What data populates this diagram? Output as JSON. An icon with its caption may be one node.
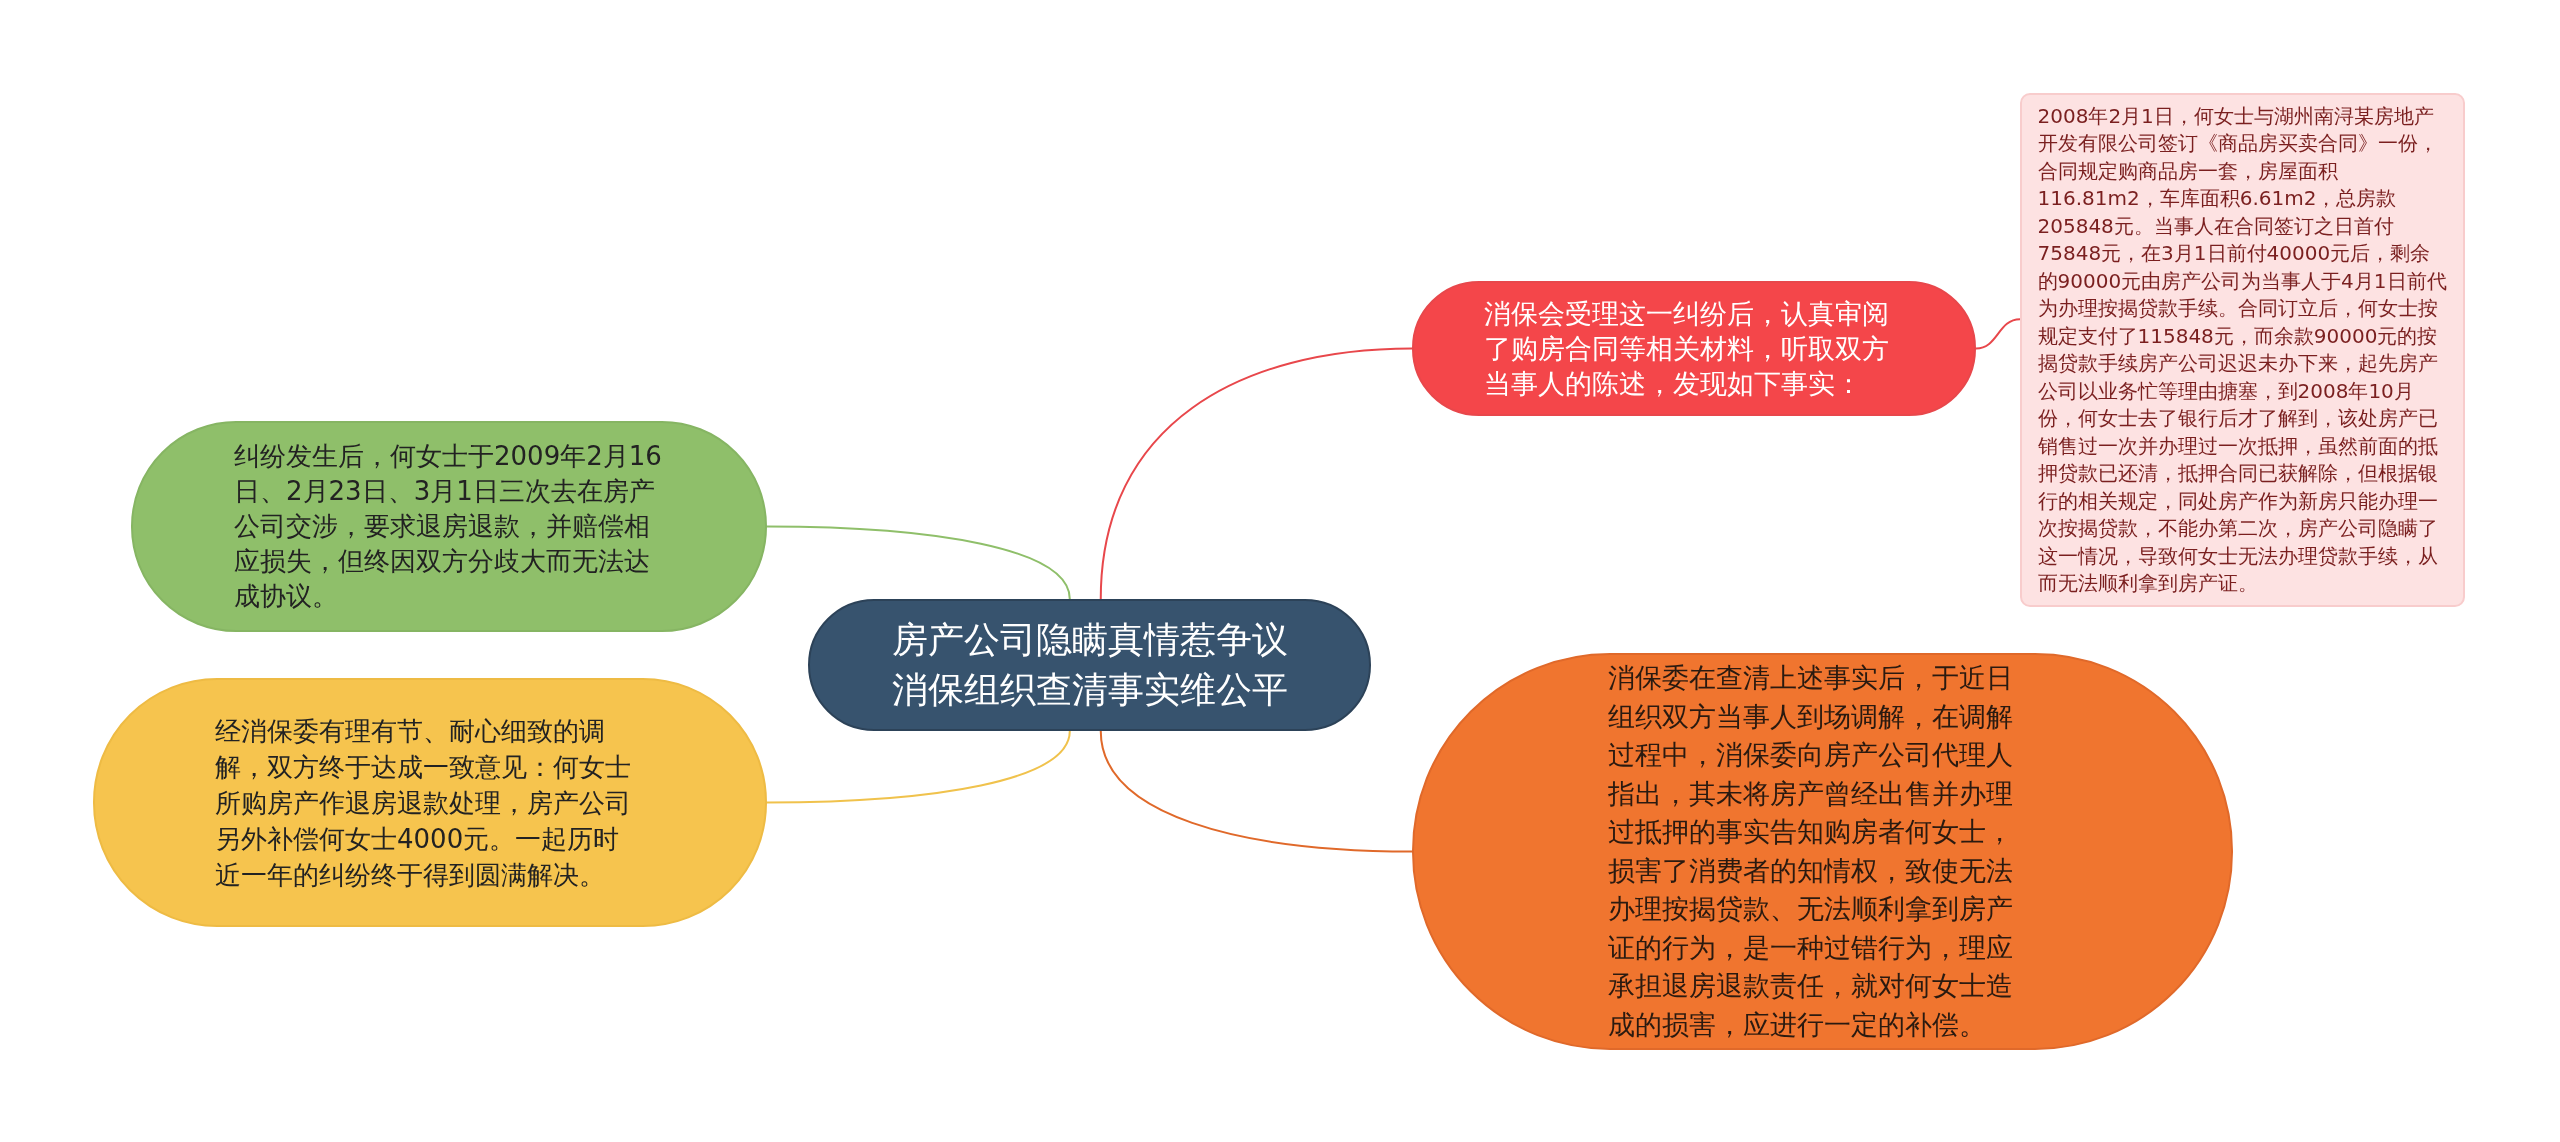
{
  "diagram": {
    "nodes": [
      {
        "text": [
          "房产公司隐瞒真情惹争议消保组织查清事实维公平"
        ]
      },
      {
        "text": [
          "消保会受理这一纠纷后，认真审阅了购房合同等相关材料，听取双方当事人的陈述，发现如下事实："
        ]
      },
      {
        "text": [
          "2008年2月1日，何女士与湖州南浔某房地产开发有限公司签订《商品房买卖合同》一份，合同规定购商品房一套，房屋面积116.81m2，车库面积6.61m2，总房款205848元。当事人在合同签订之日首付75848元，在3月1日前付40000元后，剩余的90000元由房产公司为当事人于4月1日前代为办理按揭贷款手续。合同订立后，何女士按规定支付了115848元，而余款90000元的按揭贷款手续房产公司迟迟未办下来，起先房产公司以业务忙等理由搪塞，到2008年10月份，何女士去了银行后才了解到，该处房产已销售过一次并办理过一次抵押，虽然前面的抵押贷款已还清，抵押合同已获解除，但根据银行的相关规定，同处房产作为新房只能办理一次按揭贷款，不能办第二次，房产公司隐瞒了这一情况，导致何女士无法办理贷款手续，从而无法顺利拿到房产证。"
        ]
      },
      {
        "text": [
          "纠纷发生后，何女士于2009年2月16日、2月23日、3月1日三次去在房产公司交涉，要求退房退款，并赔偿相应损失，但终因双方分歧大而无法达成协议。"
        ]
      },
      {
        "text": [
          "经消保委有理有节、耐心细致的调解，双方终于达成一致意见：何女士所购房产作退房退款处理，房产公司另外补偿何女士4000元。一起历时近一年的纠纷终于得到圆满解决。"
        ]
      },
      {
        "text": [
          "消保委在查清上述事实后，于近日组织双方当事人到场调解，在调解过程中，消保委向房产公司代理人指出，其未将房产曾经出售并办理过抵押的事实告知购房者何女士，损害了消费者的知情权，致使无法办理按揭贷款、无法顺利拿到房产证的行为，是一种过错行为，理应承担退房退款责任，就对何女士造成的损害，应进行一定的补偿。"
        ]
      }
    ],
    "edges": [
      {
        "from": 0,
        "to": 1,
        "arrow": "none",
        "color": "#e8474b"
      },
      {
        "from": 1,
        "to": 2,
        "arrow": "none",
        "color": "#e8474b"
      },
      {
        "from": 0,
        "to": 3,
        "arrow": "none",
        "color": "#8fbf6a"
      },
      {
        "from": 0,
        "to": 4,
        "arrow": "none",
        "color": "#f0c24c"
      },
      {
        "from": 0,
        "to": 5,
        "arrow": "none",
        "color": "#e0692a"
      }
    ]
  }
}
